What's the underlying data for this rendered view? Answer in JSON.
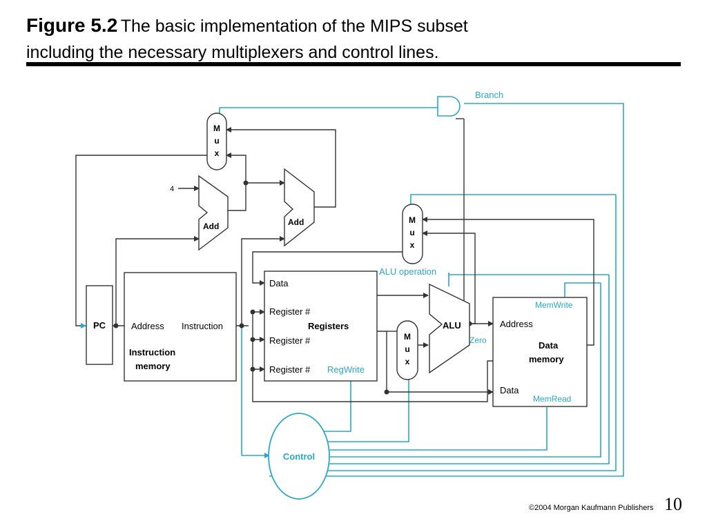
{
  "title": {
    "figure_label": "Figure 5.2",
    "caption_line1": "The basic implementation of the MIPS subset",
    "caption_line2": "including the necessary multiplexers and control lines."
  },
  "diagram": {
    "pc": "PC",
    "instruction_memory": {
      "address": "Address",
      "instruction": "Instruction",
      "name_line1": "Instruction",
      "name_line2": "memory"
    },
    "adder1": {
      "label": "Add",
      "constant": "4"
    },
    "adder2": {
      "label": "Add"
    },
    "mux_letters": [
      "M",
      "u",
      "x"
    ],
    "registers": {
      "data": "Data",
      "reg1": "Register #",
      "reg2": "Register #",
      "reg3": "Register #",
      "name": "Registers"
    },
    "alu": {
      "label": "ALU",
      "zero": "Zero"
    },
    "data_memory": {
      "address": "Address",
      "data": "Data",
      "name_line1": "Data",
      "name_line2": "memory"
    },
    "control": "Control",
    "signals": {
      "branch": "Branch",
      "alu_operation": "ALU operation",
      "memwrite": "MemWrite",
      "memread": "MemRead",
      "regwrite": "RegWrite"
    },
    "colors": {
      "datapath": "#333333",
      "control": "#29a9c9"
    }
  },
  "footer": {
    "copyright": "©2004 Morgan Kaufmann Publishers",
    "page_number": "10"
  }
}
